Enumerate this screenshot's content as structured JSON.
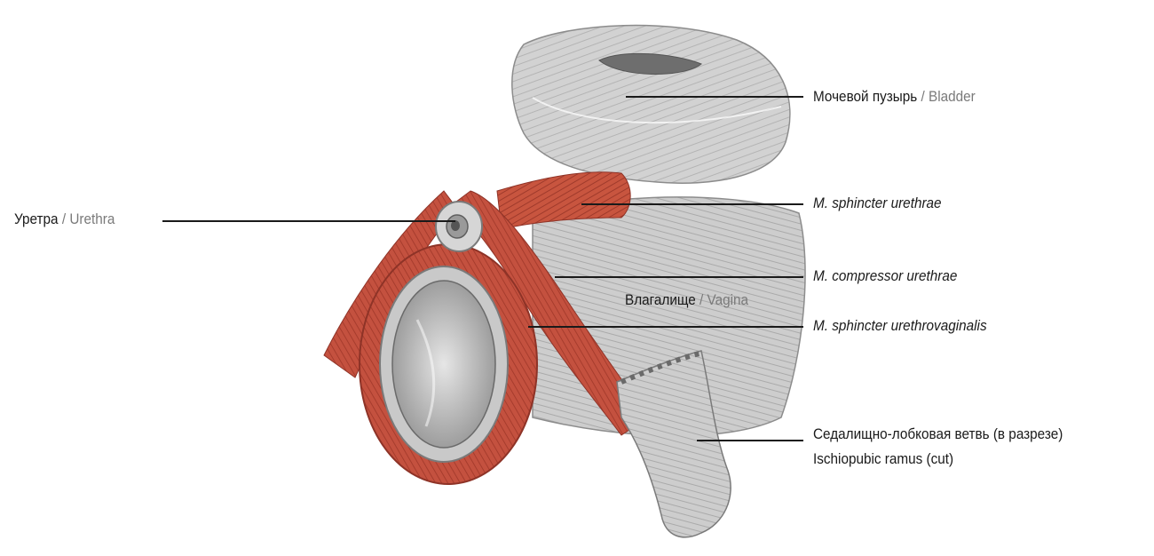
{
  "labels": {
    "bladder": {
      "ru": "Мочевой пузырь",
      "sep": " / ",
      "en": "Bladder"
    },
    "sphincter_urethrae": {
      "text": "M. sphincter urethrae"
    },
    "compressor_urethrae": {
      "text": "M. compressor urethrae"
    },
    "sphincter_urethrovaginalis": {
      "text": "M. sphincter urethrovaginalis"
    },
    "urethra": {
      "ru": "Уретра",
      "sep": " / ",
      "en": "Urethra"
    },
    "vagina": {
      "ru": "Влагалище",
      "sep": " / ",
      "en": "Vagina"
    },
    "ischiopubic": {
      "ru": "Седалищно-лобковая ветвь (в разрезе)",
      "en": "Ischiopubic ramus (cut)"
    }
  },
  "colors": {
    "muscle": "#c4513f",
    "muscle_dark": "#8e3327",
    "tissue": "#cfcfcf",
    "tissue_dark": "#9a9a9a",
    "leader": "#1a1a1a",
    "text": "#1a1a1a",
    "english_text": "#7a7a7a"
  }
}
